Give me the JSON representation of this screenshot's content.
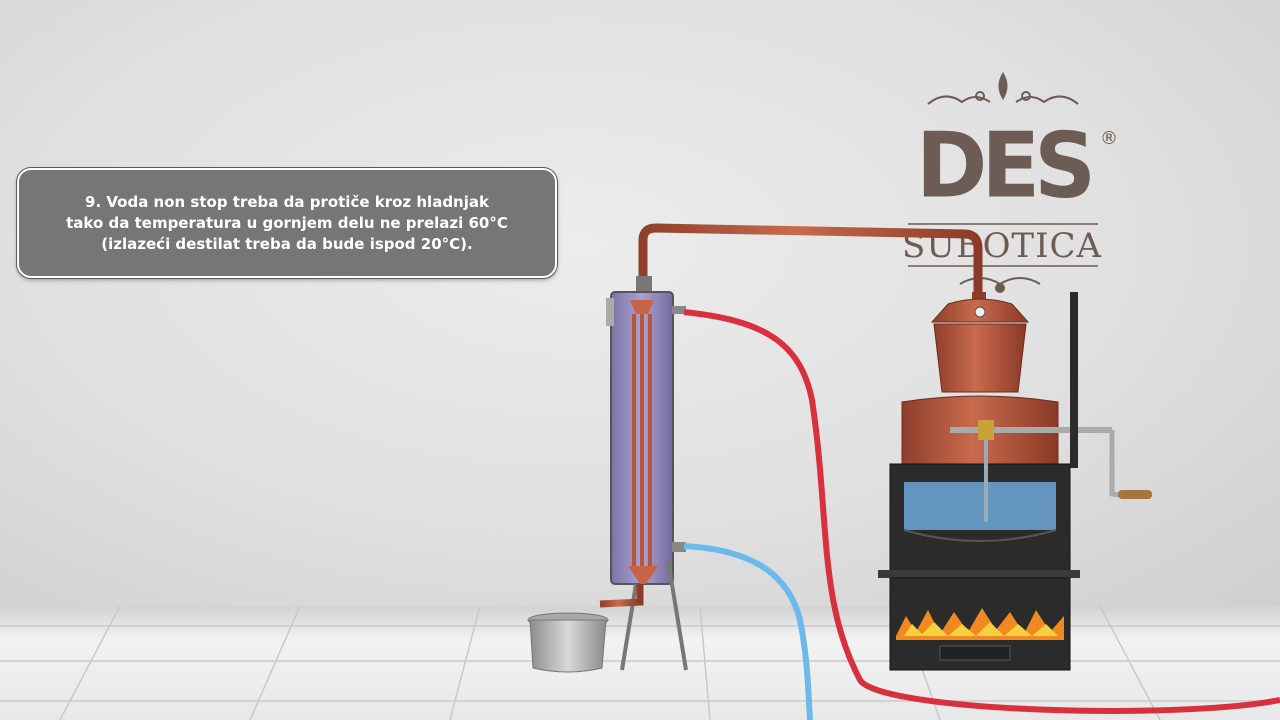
{
  "caption": {
    "text": "9. Voda non stop treba da protiče kroz hladnjak\ntako da temperatura u gornjem delu ne prelazi 60°C\n(izlazeći destilat treba da bude ispod 20°C)."
  },
  "brand": {
    "name": "DES",
    "registered": "®",
    "city": "SUBOTICA",
    "color": "#6d5c53"
  },
  "colors": {
    "copper": "#b5583f",
    "hot_hose": "#d8303e",
    "cold_hose": "#6eb9ec",
    "water": "#6fa8d8",
    "firebox": "#2b2b2b"
  }
}
